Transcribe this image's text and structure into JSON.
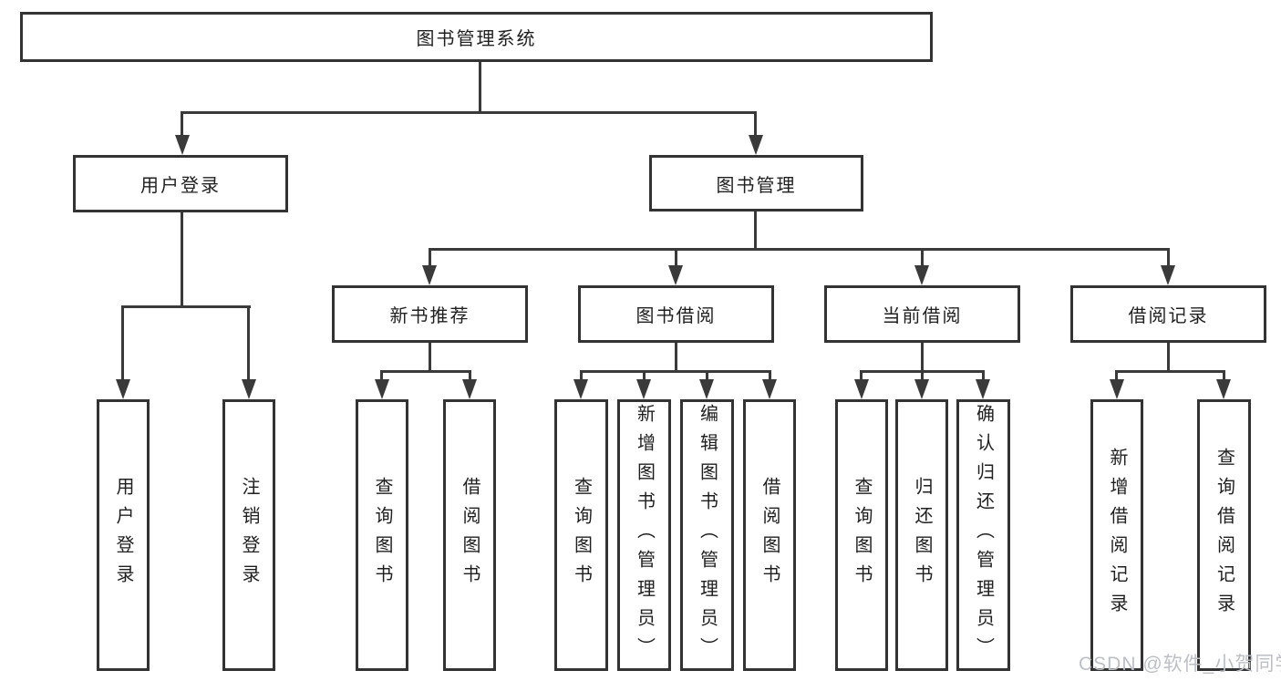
{
  "diagram": {
    "root": {
      "label": "图书管理系统"
    },
    "level2": [
      {
        "label": "用户登录"
      },
      {
        "label": "图书管理"
      }
    ],
    "level3": [
      {
        "label": "新书推荐",
        "parent": "图书管理"
      },
      {
        "label": "图书借阅",
        "parent": "图书管理"
      },
      {
        "label": "当前借阅",
        "parent": "图书管理"
      },
      {
        "label": "借阅记录",
        "parent": "图书管理"
      }
    ],
    "leaves": [
      {
        "label": "用户登录",
        "parent": "用户登录"
      },
      {
        "label": "注销登录",
        "parent": "用户登录"
      },
      {
        "label": "查询图书",
        "parent": "新书推荐"
      },
      {
        "label": "借阅图书",
        "parent": "新书推荐"
      },
      {
        "label": "查询图书",
        "parent": "图书借阅"
      },
      {
        "label": "新增图书（管理员）",
        "parent": "图书借阅"
      },
      {
        "label": "编辑图书（管理员）",
        "parent": "图书借阅"
      },
      {
        "label": "借阅图书",
        "parent": "图书借阅"
      },
      {
        "label": "查询图书",
        "parent": "当前借阅"
      },
      {
        "label": "归还图书",
        "parent": "当前借阅"
      },
      {
        "label": "确认归还（管理员）",
        "parent": "当前借阅"
      },
      {
        "label": "新增借阅记录",
        "parent": "借阅记录"
      },
      {
        "label": "查询借阅记录",
        "parent": "借阅记录"
      }
    ]
  },
  "watermark": "CSDN @软件_小贺同学",
  "colors": {
    "line": "#3a3a3a",
    "box_border": "#333333",
    "text": "#1f1f1f",
    "watermark": "#bcbfc6",
    "background": "#ffffff"
  }
}
